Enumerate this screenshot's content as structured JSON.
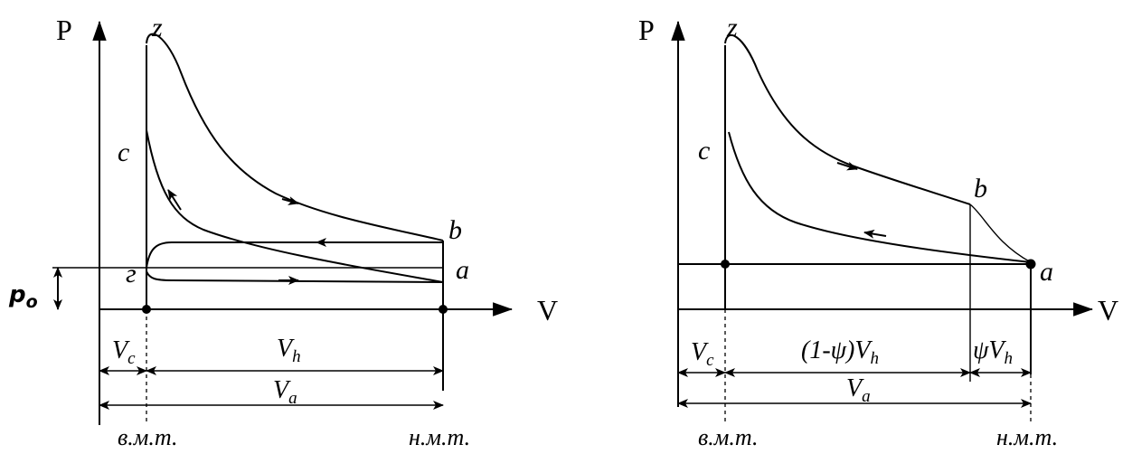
{
  "left": {
    "y_axis": "P",
    "x_axis": "V",
    "points": {
      "z": "z",
      "c": "c",
      "b": "b",
      "a": "a",
      "r": "г"
    },
    "p0": {
      "main": "p",
      "sub": "o"
    },
    "vc": {
      "main": "V",
      "sub": "c"
    },
    "vh": {
      "main": "V",
      "sub": "h"
    },
    "va": {
      "main": "V",
      "sub": "a"
    },
    "tdc": "в.м.т.",
    "bdc": "н.м.т."
  },
  "right": {
    "y_axis": "P",
    "x_axis": "V",
    "points": {
      "z": "z",
      "c": "c",
      "b": "b",
      "a": "a"
    },
    "vc": {
      "main": "V",
      "sub": "c"
    },
    "mid": {
      "main": "(1-ψ)V",
      "sub": "h"
    },
    "psi": {
      "main": "ψV",
      "sub": "h"
    },
    "va": {
      "main": "V",
      "sub": "a"
    },
    "tdc": "в.м.т.",
    "bdc": "н.м.т."
  }
}
